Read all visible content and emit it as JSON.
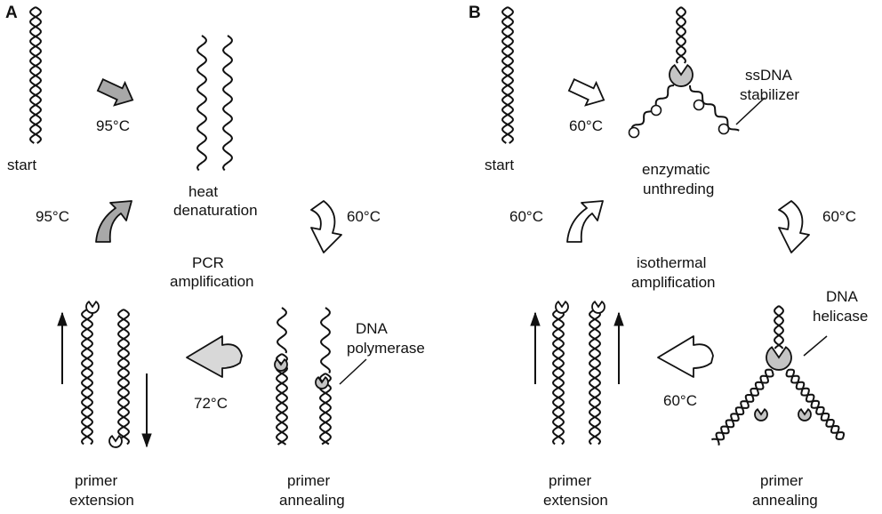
{
  "panels": [
    {
      "letter": "A",
      "center_title": [
        "PCR",
        "amplification"
      ],
      "steps": {
        "start": "start",
        "denature": [
          "heat",
          "denaturation"
        ],
        "anneal": [
          "primer",
          "annealing"
        ],
        "extend": [
          "primer",
          "extension"
        ]
      },
      "temps": {
        "start_to_denature": "95°C",
        "denature_to_anneal": "60°C",
        "anneal_to_extend": "72°C",
        "extend_to_denature": "95°C"
      },
      "callout": [
        "DNA",
        "polymerase"
      ]
    },
    {
      "letter": "B",
      "center_title": [
        "isothermal",
        "amplification"
      ],
      "steps": {
        "start": "start",
        "unthread": [
          "enzymatic",
          "unthreding"
        ],
        "anneal": [
          "primer",
          "annealing"
        ],
        "extend": [
          "primer",
          "extension"
        ]
      },
      "temps": {
        "start_to_unthread": "60°C",
        "unthread_to_anneal": "60°C",
        "anneal_to_extend": "60°C",
        "extend_to_unthread": "60°C"
      },
      "callouts": {
        "stabilizer": [
          "ssDNA",
          "stabilizer"
        ],
        "helicase": [
          "DNA",
          "helicase"
        ]
      }
    }
  ],
  "colors": {
    "arrow_gray_fill": "#a8a8a8",
    "arrow_light_fill": "#d8d8d8",
    "arrow_white_fill": "#ffffff",
    "enzyme_fill": "#c4c4c4",
    "stroke": "#111111"
  }
}
